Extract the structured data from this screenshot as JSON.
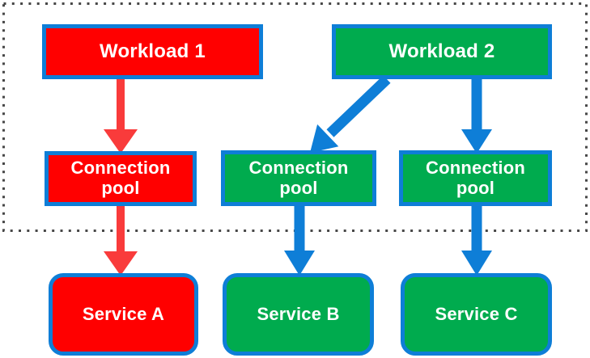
{
  "diagram": {
    "nodes": [
      {
        "id": "workload-1",
        "label": "Workload 1",
        "fill": "#ff0000"
      },
      {
        "id": "workload-2",
        "label": "Workload 2",
        "fill": "#00ab4e"
      },
      {
        "id": "connection-pool-1",
        "label": "Connection pool",
        "fill": "#ff0000"
      },
      {
        "id": "connection-pool-2",
        "label": "Connection pool",
        "fill": "#00ab4e"
      },
      {
        "id": "connection-pool-3",
        "label": "Connection pool",
        "fill": "#00ab4e"
      },
      {
        "id": "service-a",
        "label": "Service A",
        "fill": "#ff0000"
      },
      {
        "id": "service-b",
        "label": "Service B",
        "fill": "#00ab4e"
      },
      {
        "id": "service-c",
        "label": "Service C",
        "fill": "#00ab4e"
      }
    ],
    "edges": [
      {
        "from": "workload-1",
        "to": "connection-pool-1",
        "color": "#f93b3b"
      },
      {
        "from": "workload-2",
        "to": "connection-pool-2",
        "color": "#0e7ed7"
      },
      {
        "from": "workload-2",
        "to": "connection-pool-3",
        "color": "#0e7ed7"
      },
      {
        "from": "connection-pool-1",
        "to": "service-a",
        "color": "#f93b3b"
      },
      {
        "from": "connection-pool-2",
        "to": "service-b",
        "color": "#0e7ed7"
      },
      {
        "from": "connection-pool-3",
        "to": "service-c",
        "color": "#0e7ed7"
      }
    ],
    "colors": {
      "node_border": "#0e7ed7",
      "red_fill": "#ff0000",
      "green_fill": "#00ab4e",
      "red_arrow": "#f93b3b",
      "blue_arrow": "#0e7ed7",
      "boundary_dots": "#474747",
      "text": "#ffffff"
    }
  }
}
